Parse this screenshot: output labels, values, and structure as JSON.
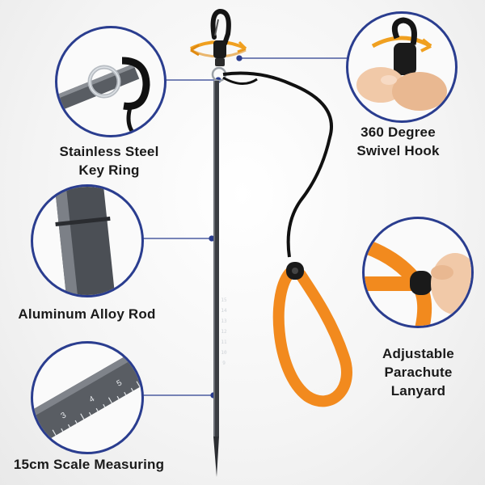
{
  "callouts": {
    "key_ring": {
      "line1": "Stainless Steel",
      "line2": "Key Ring",
      "icon": "key-ring"
    },
    "swivel_hook": {
      "line1": "360 Degree",
      "line2": "Swivel Hook",
      "icon": "swivel-hook"
    },
    "alloy_rod": {
      "line1": "Aluminum Alloy Rod",
      "icon": "alloy-rod"
    },
    "lanyard": {
      "line1": "Adjustable",
      "line2": "Parachute",
      "line3": "Lanyard",
      "icon": "lanyard-loop"
    },
    "scale": {
      "line1": "15cm Scale Measuring",
      "icon": "scale-ruler"
    }
  },
  "ruler_ticks": [
    "3",
    "4",
    "5"
  ],
  "rod_ticks": [
    "15",
    "14",
    "13",
    "12",
    "11",
    "10",
    "9"
  ],
  "colors": {
    "accent": "#2a3d8f",
    "lanyard": "#f28a1e",
    "rod": "#3a3d42",
    "cord": "#111111",
    "swivel_arrow": "#f0a020"
  }
}
